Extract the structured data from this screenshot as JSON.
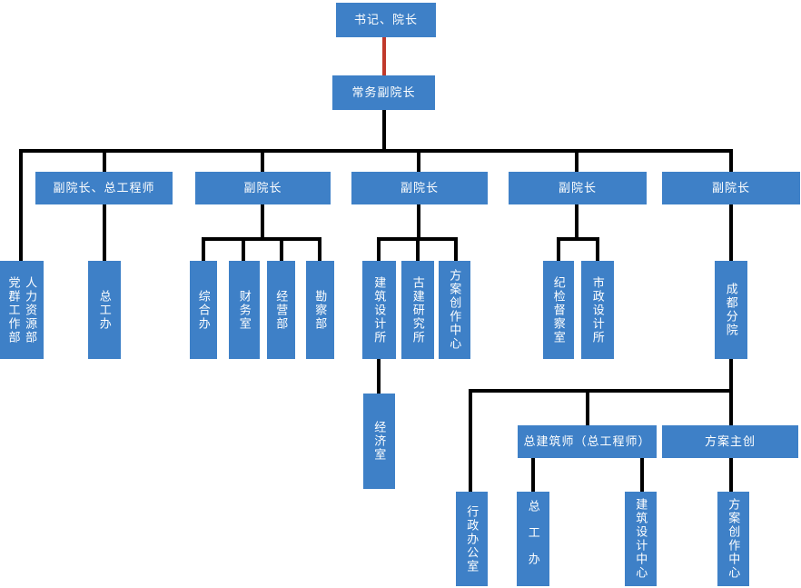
{
  "diagram": {
    "type": "org-chart",
    "colors": {
      "node_fill": "#3e80c7",
      "node_text": "#ffffff",
      "edge": "#000000",
      "accent_edge": "#c0392b"
    },
    "nodes": {
      "secretary_president": "书记、院长",
      "executive_vice_president": "常务副院长",
      "vp_chief_engineer": "副院长、总工程师",
      "vp2": "副院长",
      "vp3": "副院长",
      "vp4": "副院长",
      "vp5": "副院长",
      "party_mass_dept": "党群工作部",
      "hr_dept": "人力资源部",
      "chief_engineer_office": "总工办",
      "general_office": "综合办",
      "finance_office": "财务室",
      "business_dept": "经营部",
      "survey_dept": "勘察部",
      "architectural_design_institute": "建筑设计所",
      "ancient_architecture_institute": "古建研究所",
      "scheme_creation_center": "方案创作中心",
      "discipline_inspection_office": "纪检督察室",
      "municipal_design_institute": "市政设计所",
      "chengdu_branch": "成都分院",
      "economics_office": "经济室",
      "chief_architect": "总建筑师（总工程师）",
      "scheme_lead": "方案主创",
      "admin_office": "行政办公室",
      "chief_engineer_office_2": "总工办",
      "architectural_design_center": "建筑设计中心",
      "scheme_creation_center_2": "方案创作中心"
    }
  }
}
